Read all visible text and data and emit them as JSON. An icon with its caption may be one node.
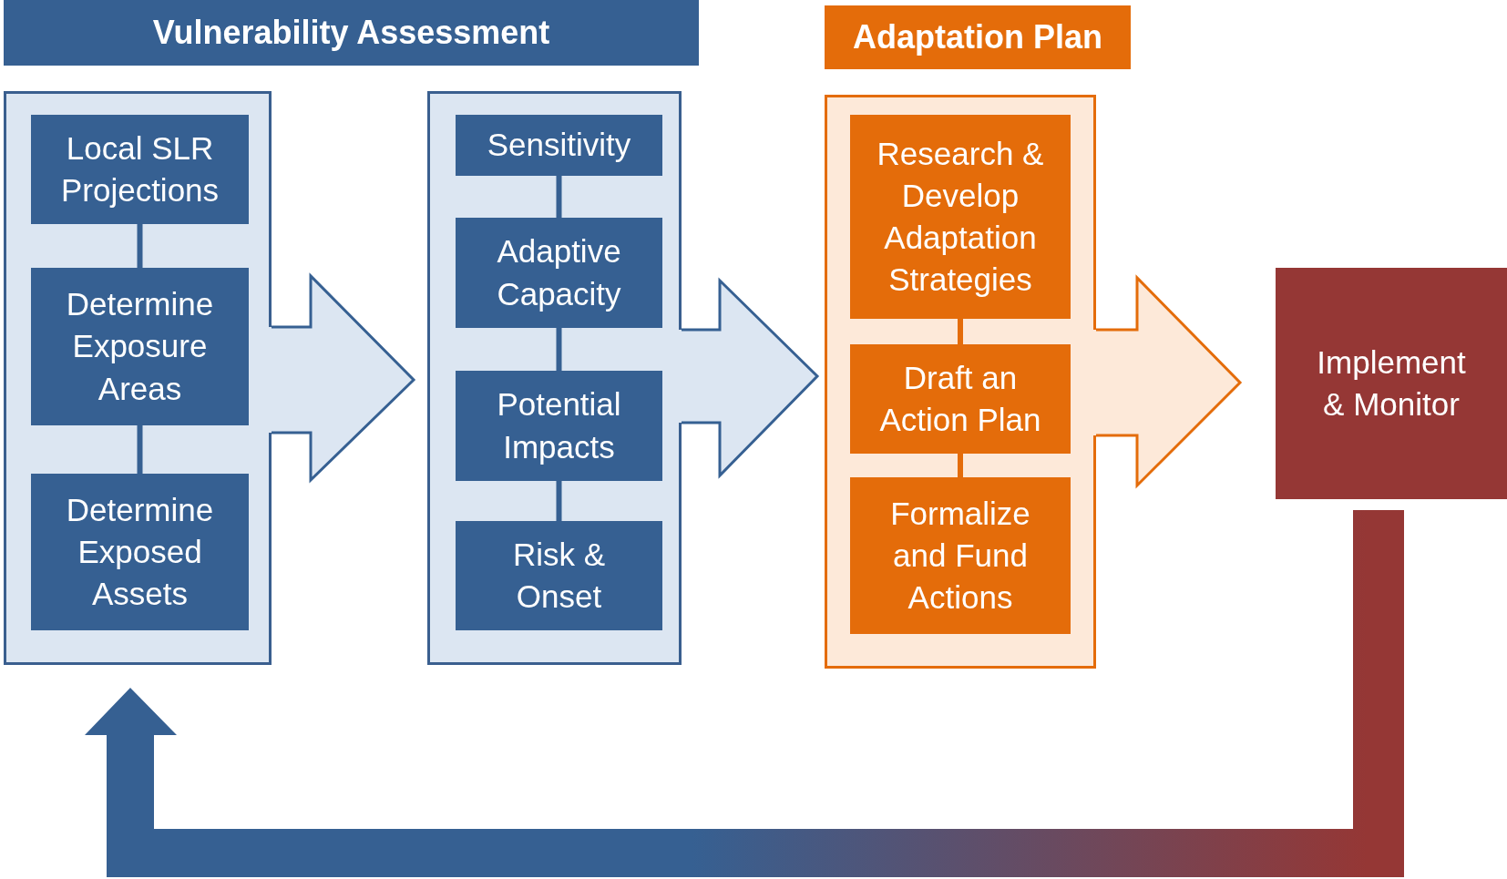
{
  "diagram": {
    "nodes": [
      {
        "text": [
          "Vulnerability Assessment"
        ]
      },
      {
        "text": [
          "Adaptation Plan"
        ]
      },
      {
        "text": [],
        "shape": "box"
      },
      {
        "text": [
          "Local SLR Projections"
        ],
        "in": 2
      },
      {
        "text": [
          "Determine Exposure Areas"
        ],
        "in": 2
      },
      {
        "text": [
          "Determine Exposed Assets"
        ],
        "in": 2
      },
      {
        "text": [],
        "shape": "box"
      },
      {
        "text": [
          "Sensitivity"
        ],
        "in": 6
      },
      {
        "text": [
          "Adaptive Capacity"
        ],
        "in": 6
      },
      {
        "text": [
          "Potential Impacts"
        ],
        "in": 6
      },
      {
        "text": [
          "Risk & Onset"
        ],
        "in": 6
      },
      {
        "text": [],
        "shape": "box"
      },
      {
        "text": [
          "Research & Develop Adaptation Strategies"
        ],
        "in": 11
      },
      {
        "text": [
          "Draft an Action Plan"
        ],
        "in": 11
      },
      {
        "text": [
          "Formalize and Fund Actions"
        ],
        "in": 11
      },
      {
        "text": [
          "Implement & Monitor"
        ]
      }
    ],
    "edges": [
      {
        "from": 3,
        "to": 4,
        "arrow": "none"
      },
      {
        "from": 4,
        "to": 5,
        "arrow": "none"
      },
      {
        "from": 7,
        "to": 8,
        "arrow": "none"
      },
      {
        "from": 8,
        "to": 9,
        "arrow": "none"
      },
      {
        "from": 9,
        "to": 10,
        "arrow": "none"
      },
      {
        "from": 12,
        "to": 13,
        "arrow": "none",
        "color": "#e46c0a"
      },
      {
        "from": 13,
        "to": 14,
        "arrow": "none",
        "color": "#e46c0a"
      },
      {
        "from": 2,
        "to": 6,
        "arrow": "to",
        "style": "thick"
      },
      {
        "from": 6,
        "to": 11,
        "arrow": "to",
        "style": "thick"
      },
      {
        "from": 11,
        "to": 15,
        "arrow": "to",
        "style": "thick",
        "color": "#e46c0a"
      },
      {
        "from": 15,
        "to": 2,
        "arrow": "to",
        "style": "thick"
      }
    ]
  }
}
